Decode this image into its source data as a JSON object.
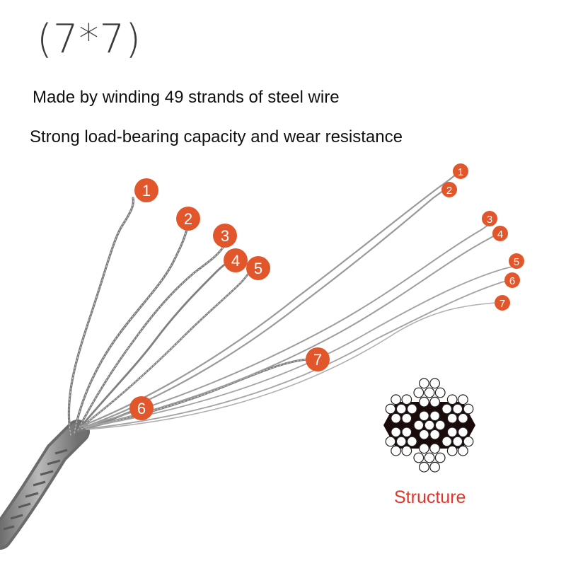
{
  "title": "(7*7)",
  "description": "Made by winding 49 strands of steel wire",
  "feature": "Strong load-bearing capacity and wear resistance",
  "structure_label": "Structure",
  "colors": {
    "badge": "#e2562c",
    "wire": "#8a8a8a",
    "structure_text": "#e0352b",
    "cross_fill": "#1a0a0a"
  },
  "strand_labels_left": [
    "1",
    "2",
    "3",
    "4",
    "5",
    "6",
    "7"
  ],
  "strand_labels_right": [
    "1",
    "2",
    "3",
    "4",
    "5",
    "6",
    "7"
  ]
}
